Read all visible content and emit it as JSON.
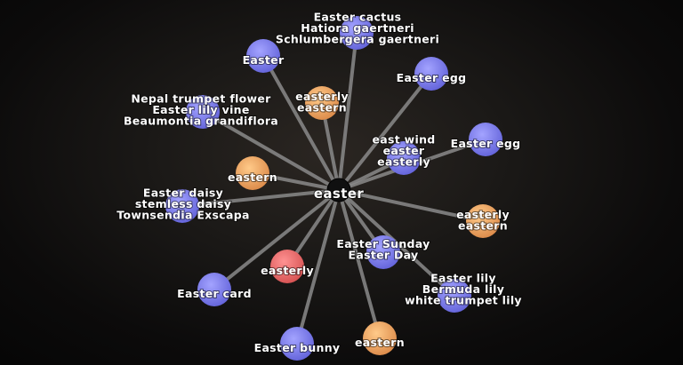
{
  "graph": {
    "center": {
      "label": "easter"
    },
    "colors": {
      "noun": "#7b7bf2",
      "adjective": "#f4a261",
      "adverb": "#ee6a6a",
      "center": "#101010",
      "edge": "#8a8a8a"
    },
    "nodes": [
      {
        "id": "easter-cactus",
        "type": "noun",
        "lines": [
          "Easter cactus",
          "Hatiora gaertneri",
          "Schlumbergera gaertneri"
        ]
      },
      {
        "id": "easter",
        "type": "noun",
        "lines": [
          "Easter"
        ]
      },
      {
        "id": "easter-egg-1",
        "type": "noun",
        "lines": [
          "Easter egg"
        ]
      },
      {
        "id": "easterly-eastern-1",
        "type": "adjective",
        "lines": [
          "easterly",
          "eastern"
        ]
      },
      {
        "id": "nepal-trumpet",
        "type": "noun",
        "lines": [
          "Nepal trumpet flower",
          "Easter lily vine",
          "Beaumontia grandiflora"
        ]
      },
      {
        "id": "east-wind",
        "type": "noun",
        "lines": [
          "east wind",
          "easter",
          "easterly"
        ]
      },
      {
        "id": "easter-egg-2",
        "type": "noun",
        "lines": [
          "Easter egg"
        ]
      },
      {
        "id": "eastern-1",
        "type": "adjective",
        "lines": [
          "eastern"
        ]
      },
      {
        "id": "easter-daisy",
        "type": "noun",
        "lines": [
          "Easter daisy",
          "stemless daisy",
          "Townsendia Exscapa"
        ]
      },
      {
        "id": "easterly-eastern-2",
        "type": "adjective",
        "lines": [
          "easterly",
          "eastern"
        ]
      },
      {
        "id": "easter-sunday",
        "type": "noun",
        "lines": [
          "Easter Sunday",
          "Easter Day"
        ]
      },
      {
        "id": "easterly-adv",
        "type": "adverb",
        "lines": [
          "easterly"
        ]
      },
      {
        "id": "easter-card",
        "type": "noun",
        "lines": [
          "Easter card"
        ]
      },
      {
        "id": "easter-lily",
        "type": "noun",
        "lines": [
          "Easter lily",
          "Bermuda lily",
          "white trumpet lily"
        ]
      },
      {
        "id": "easter-bunny",
        "type": "noun",
        "lines": [
          "Easter bunny"
        ]
      },
      {
        "id": "eastern-2",
        "type": "adjective",
        "lines": [
          "eastern"
        ]
      }
    ]
  }
}
